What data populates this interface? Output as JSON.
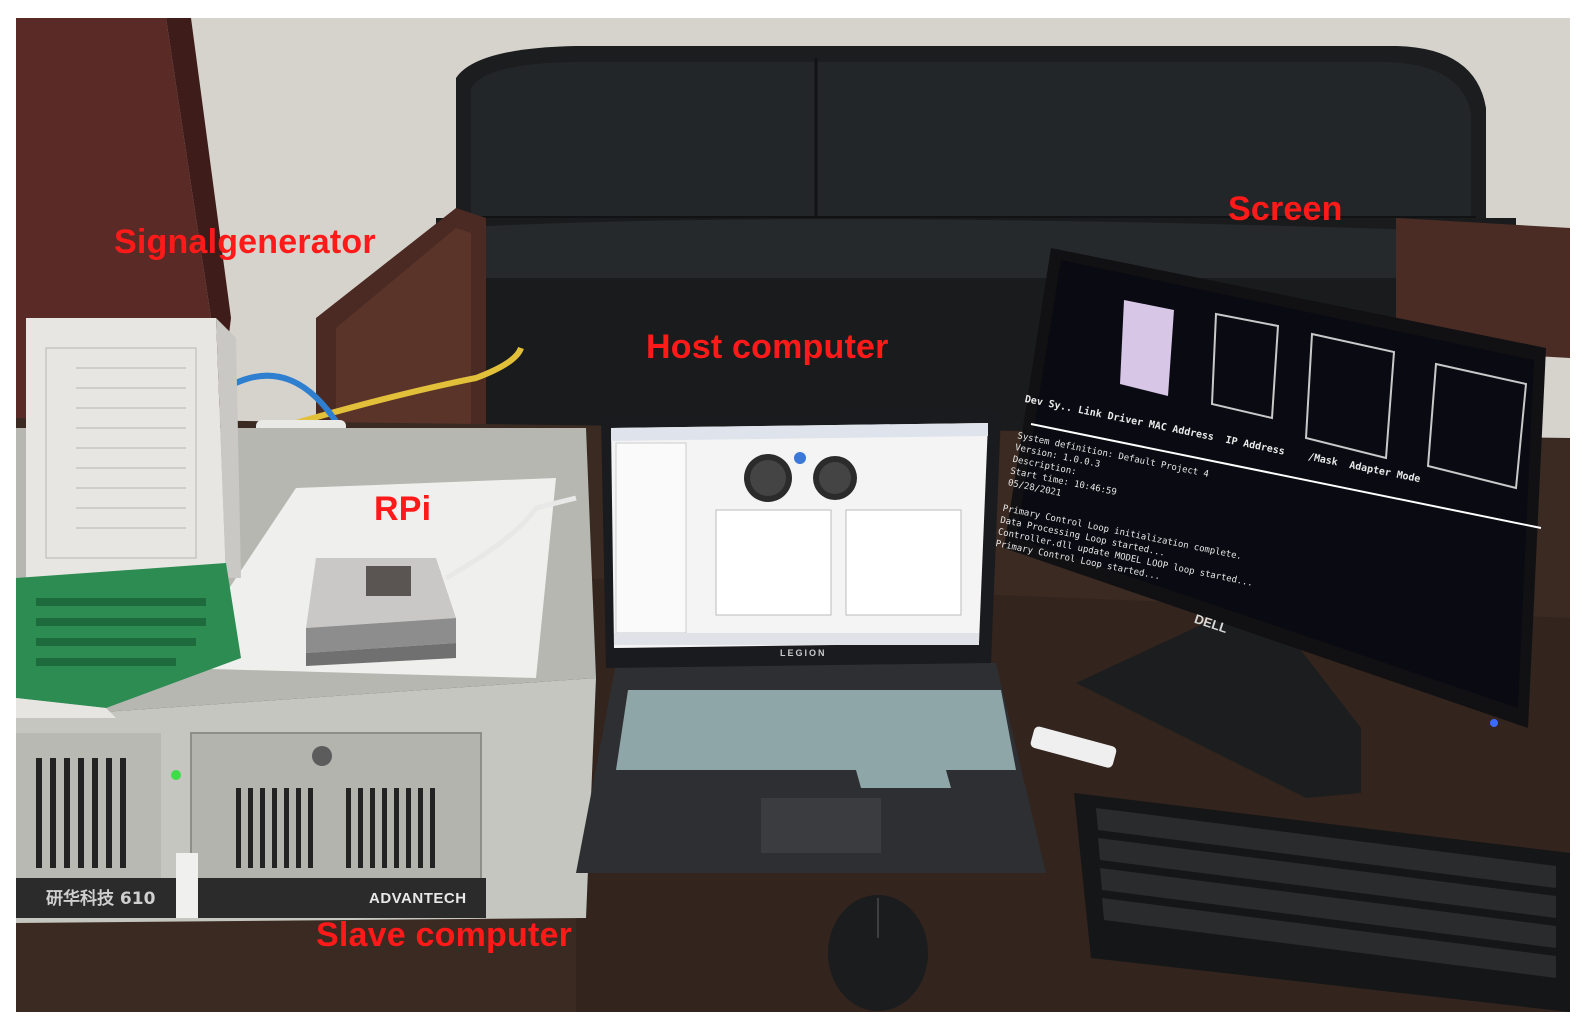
{
  "labels": {
    "signal_generator": "Signalgenerator",
    "rpi": "RPi",
    "host_computer": "Host computer",
    "screen": "Screen",
    "slave_computer": "Slave computer"
  },
  "device_markings": {
    "laptop_brand": "LEGION",
    "monitor_brand": "DELL",
    "chassis_brand": "ADVANTECH",
    "chassis_plate": "研华科技 610"
  },
  "screen_text": {
    "header_row": "Dev Sy.. Link Driver MAC Address  IP Address    /Mask  Adapter Mode",
    "lines": [
      "System definition: Default Project 4",
      "Version: 1.0.0.3",
      "Description:",
      "Start time: 10:46:59",
      "05/28/2021",
      "",
      "Primary Control Loop initialization complete.",
      "Data Processing Loop started...",
      "Controller.dll update MODEL LOOP loop started...",
      "Primary Control Loop started..."
    ]
  },
  "colors": {
    "label_red": "#ff1a1a",
    "sofa": "#1b1d1e",
    "wall": "#d8d4cf",
    "desk": "#3a2a22",
    "chassis": "#b9bbb4",
    "terminal_bg": "#0a0a12"
  }
}
